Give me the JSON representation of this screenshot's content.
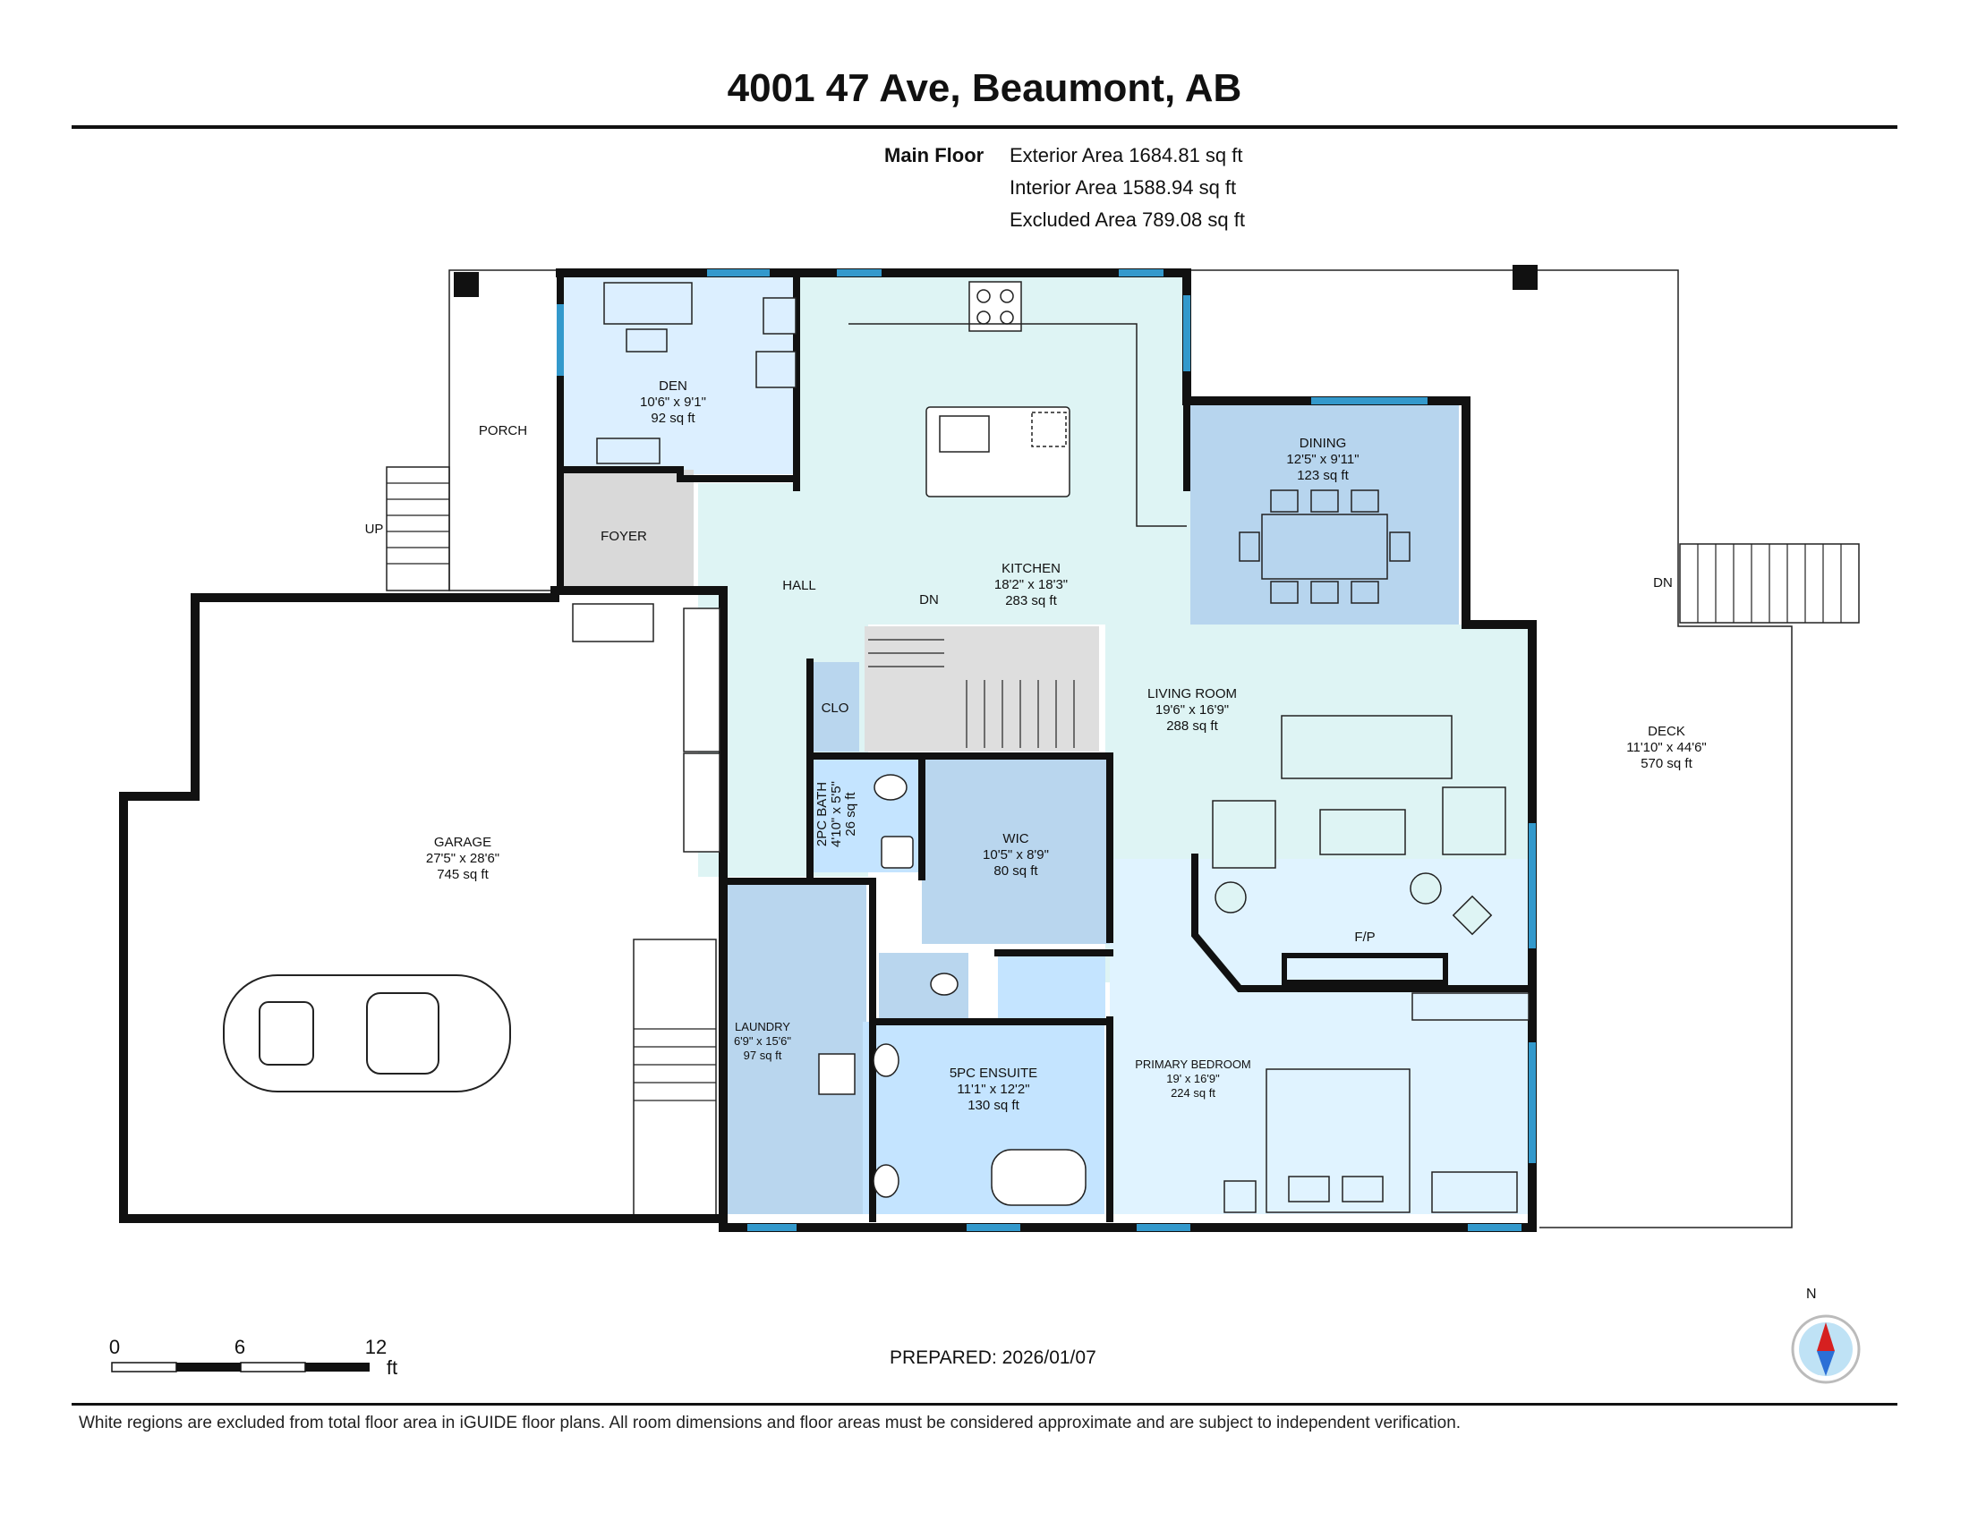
{
  "title": "4001 47 Ave, Beaumont, AB",
  "floor_summary": {
    "label": "Main Floor",
    "exterior": "Exterior Area 1684.81 sq ft",
    "interior": "Interior Area 1588.94 sq ft",
    "excluded": "Excluded Area 789.08 sq ft"
  },
  "rooms": {
    "den": {
      "name": "DEN",
      "dims": "10'6\" x 9'1\"",
      "area": "92 sq ft"
    },
    "porch": {
      "name": "PORCH"
    },
    "foyer": {
      "name": "FOYER"
    },
    "hall": {
      "name": "HALL"
    },
    "kitchen": {
      "name": "KITCHEN",
      "dims": "18'2\" x 18'3\"",
      "area": "283 sq ft"
    },
    "dining": {
      "name": "DINING",
      "dims": "12'5\" x 9'11\"",
      "area": "123 sq ft"
    },
    "living": {
      "name": "LIVING ROOM",
      "dims": "19'6\" x 16'9\"",
      "area": "288 sq ft"
    },
    "deck": {
      "name": "DECK",
      "dims": "11'10\" x 44'6\"",
      "area": "570 sq ft"
    },
    "garage": {
      "name": "GARAGE",
      "dims": "27'5\" x 28'6\"",
      "area": "745 sq ft"
    },
    "clo": {
      "name": "CLO"
    },
    "bath2": {
      "name": "2PC BATH",
      "dims": "4'10\" x 5'5\"",
      "area": "26 sq ft"
    },
    "wic": {
      "name": "WIC",
      "dims": "10'5\" x 8'9\"",
      "area": "80 sq ft"
    },
    "laundry": {
      "name": "LAUNDRY",
      "dims": "6'9\" x 15'6\"",
      "area": "97 sq ft"
    },
    "ensuite": {
      "name": "5PC ENSUITE",
      "dims": "11'1\" x 12'2\"",
      "area": "130 sq ft"
    },
    "primary": {
      "name": "PRIMARY BEDROOM",
      "dims": "19' x 16'9\"",
      "area": "224 sq ft"
    }
  },
  "stair_labels": {
    "up": "UP",
    "dn_kitchen": "DN",
    "dn_deck": "DN"
  },
  "fireplace": "F/P",
  "scale_bar": {
    "ticks": [
      "0",
      "6",
      "12"
    ],
    "unit": "ft"
  },
  "prepared": "PREPARED: 2026/01/07",
  "compass": {
    "label": "N"
  },
  "footer": "White regions are excluded from total floor area in iGUIDE floor plans. All room dimensions and floor areas must be considered approximate and are subject to independent verification.",
  "colors": {
    "wall": "#111111",
    "window": "#3399cc",
    "den": "#dcefff",
    "kitchen_hall": "#def4f4",
    "dining": "#b7d5ee",
    "wet_rooms": "#b9d6ee",
    "ensuite": "#c4e4ff",
    "primary": "#e0f3ff",
    "foyer_stair": "#d9d9d9",
    "compass_red": "#d62020"
  }
}
